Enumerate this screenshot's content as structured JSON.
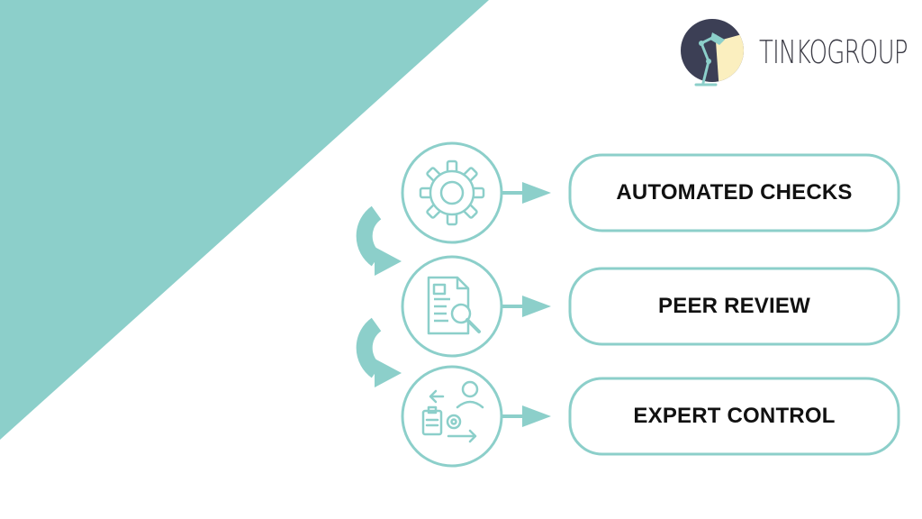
{
  "brand": {
    "name": "TINKOGROUP",
    "accent": "#8ccfca",
    "dark": "#3c3f55",
    "lamp_glow": "#fbefbf"
  },
  "steps": [
    {
      "label": "AUTOMATED CHECKS",
      "icon": "gear-icon"
    },
    {
      "label": "PEER REVIEW",
      "icon": "document-search-icon"
    },
    {
      "label": "EXPERT CONTROL",
      "icon": "expert-workflow-icon"
    }
  ]
}
